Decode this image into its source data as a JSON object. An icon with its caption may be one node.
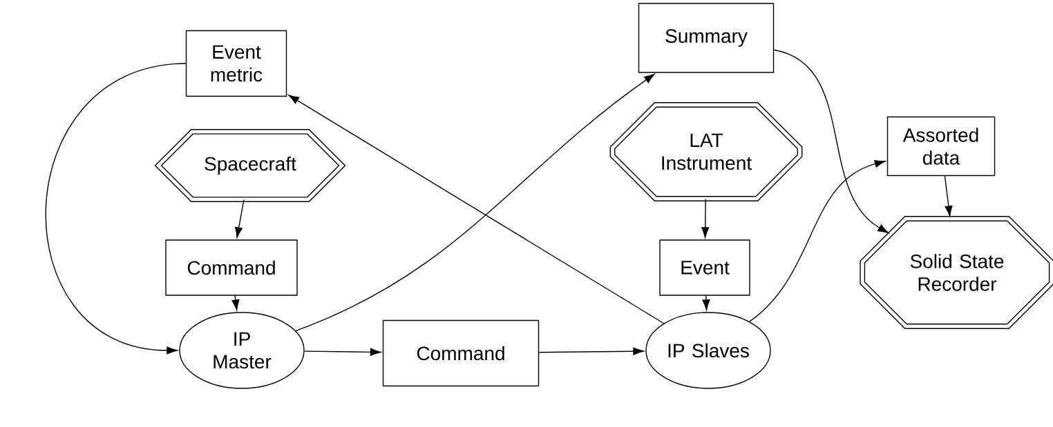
{
  "diagram": {
    "nodes": [
      {
        "text": [
          "Event metric"
        ]
      },
      {
        "text": [
          "Summary"
        ]
      },
      {
        "text": [
          "Spacecraft"
        ]
      },
      {
        "text": [
          "LAT Instrument"
        ]
      },
      {
        "text": [
          "Assorted data"
        ]
      },
      {
        "text": [
          "Command"
        ]
      },
      {
        "text": [
          "Event"
        ]
      },
      {
        "text": [
          "Solid State Recorder"
        ]
      },
      {
        "text": [
          "IP Master"
        ]
      },
      {
        "text": [
          "Command"
        ]
      },
      {
        "text": [
          "IP Slaves"
        ]
      }
    ],
    "edges": [
      {
        "from": 0,
        "to": 8,
        "arrow": "to"
      },
      {
        "from": 2,
        "to": 5,
        "arrow": "to"
      },
      {
        "from": 5,
        "to": 8,
        "arrow": "to"
      },
      {
        "from": 8,
        "to": 1,
        "arrow": "to"
      },
      {
        "from": 8,
        "to": 9,
        "arrow": "to"
      },
      {
        "from": 9,
        "to": 10,
        "arrow": "to"
      },
      {
        "from": 10,
        "to": 0,
        "arrow": "to"
      },
      {
        "from": 3,
        "to": 6,
        "arrow": "to"
      },
      {
        "from": 6,
        "to": 10,
        "arrow": "to"
      },
      {
        "from": 10,
        "to": 4,
        "arrow": "to"
      },
      {
        "from": 1,
        "to": 7,
        "arrow": "to"
      },
      {
        "from": 4,
        "to": 7,
        "arrow": "to"
      }
    ]
  }
}
